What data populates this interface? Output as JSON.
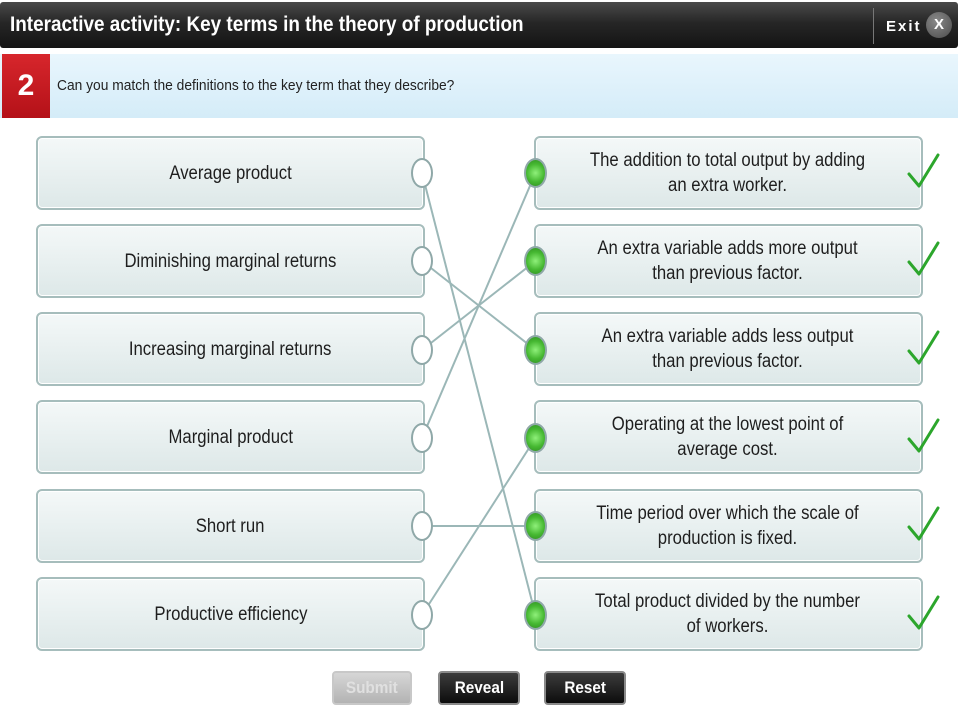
{
  "header": {
    "title": "Interactive activity: Key terms in the theory of production",
    "exit_label": "Exit",
    "exit_x": "X"
  },
  "question": {
    "number": "2",
    "text": "Can you match the definitions to the key term that they describe?"
  },
  "terms": [
    "Average product",
    "Diminishing marginal returns",
    "Increasing marginal returns",
    "Marginal product",
    "Short run",
    "Productive efficiency"
  ],
  "definitions": [
    "The addition to total output by adding an extra worker.",
    "An extra variable adds more output than previous factor.",
    "An extra variable adds less output than previous factor.",
    "Operating at the lowest point of average cost.",
    "Time period over which the scale of production is fixed.",
    "Total product divided by the number of workers."
  ],
  "matches": [
    {
      "term": "Average product",
      "definition": "Total product divided by the number of workers."
    },
    {
      "term": "Diminishing marginal returns",
      "definition": "An extra variable adds less output than previous factor."
    },
    {
      "term": "Increasing marginal returns",
      "definition": "An extra variable adds more output than previous factor."
    },
    {
      "term": "Marginal product",
      "definition": "The addition to total output by adding an extra worker."
    },
    {
      "term": "Short run",
      "definition": "Time period over which the scale of production is fixed."
    },
    {
      "term": "Productive efficiency",
      "definition": "Operating at the lowest point of average cost."
    }
  ],
  "status": {
    "all_correct": true,
    "check_icon": "checkmark-icon"
  },
  "buttons": {
    "submit": "Submit",
    "reveal": "Reveal",
    "reset": "Reset",
    "submit_enabled": false
  },
  "colors": {
    "title_bar": "#1f1f1f",
    "question_number_bg": "#c8181f",
    "question_band": "#ddf0fa",
    "box_border": "#a6bdbc",
    "connector_line": "#9bb7b7",
    "node_green": "#46b832",
    "check_green": "#2ca62c"
  }
}
